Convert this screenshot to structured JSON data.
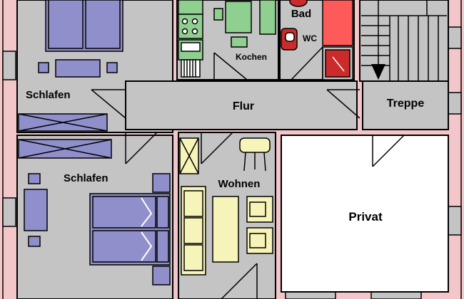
{
  "rooms": {
    "schlafen_top": "Schlafen",
    "schlafen_bottom": "Schlafen",
    "flur": "Flur",
    "treppe": "Treppe",
    "bad": "Bad",
    "wc": "WC",
    "kochen": "Kochen",
    "wohnen": "Wohnen",
    "privat": "Privat"
  },
  "colors": {
    "wall": "#f3c6c9",
    "outline": "#000000",
    "room": "#c4c4c4",
    "privat": "#ffffff",
    "bed": "#8f8fcc",
    "kitchen": "#8fcf8f",
    "bath": "#ff5a5a",
    "sofa": "#f6f4b8",
    "toilet": "#cc2b2b"
  }
}
